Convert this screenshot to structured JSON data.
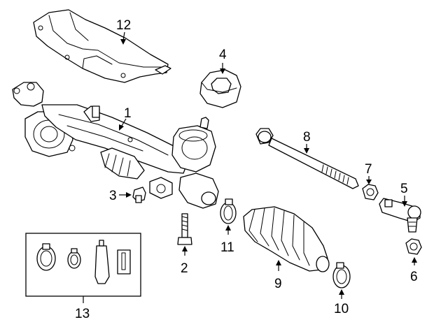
{
  "callouts": {
    "c1": "1",
    "c2": "2",
    "c3": "3",
    "c4": "4",
    "c5": "5",
    "c6": "6",
    "c7": "7",
    "c8": "8",
    "c9": "9",
    "c10": "10",
    "c11": "11",
    "c12": "12",
    "c13": "13"
  },
  "icons": {
    "rack": "steering-rack-assembly-drawing",
    "shield": "heat-shield-drawing",
    "insulator": "insulator-drawing",
    "bolt": "bolt-drawing",
    "tie_rod": "inner-tie-rod-drawing",
    "tie_rod_end": "outer-tie-rod-end-drawing",
    "boot": "bellows-boot-drawing",
    "clamp": "clamp-drawing",
    "nut": "nut-drawing",
    "kit": "boot-kit-drawing"
  }
}
